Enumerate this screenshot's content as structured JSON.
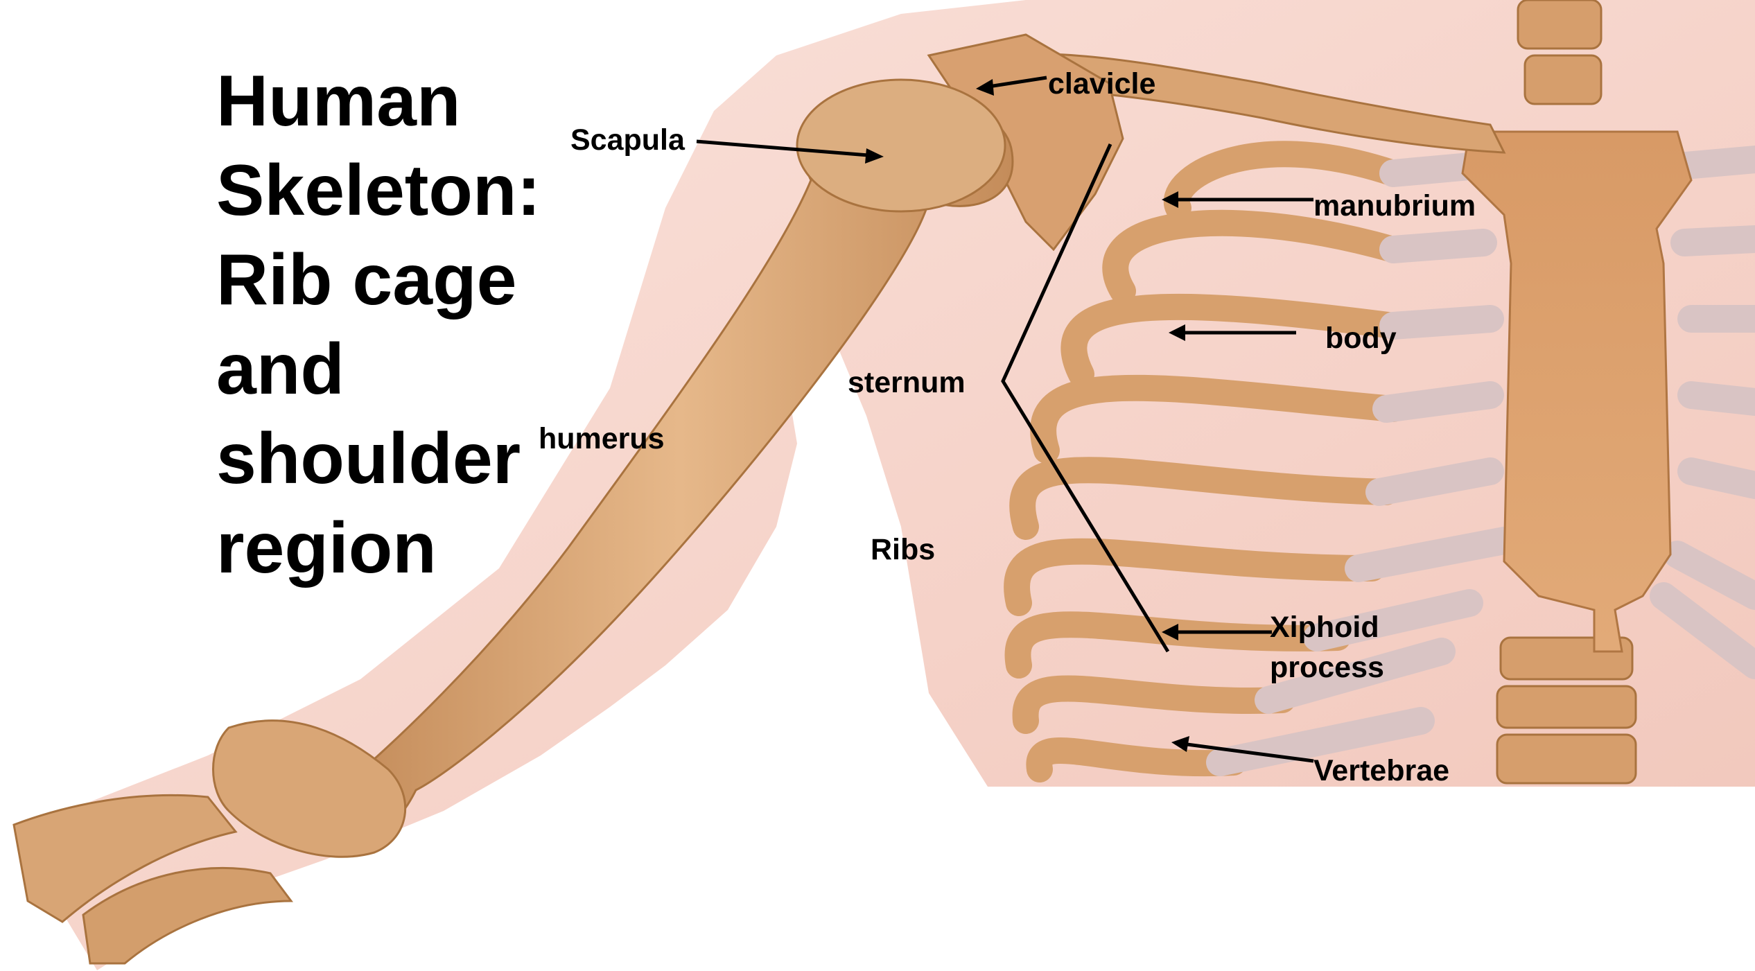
{
  "title": {
    "lines": [
      "Human",
      "Skeleton:",
      "Rib cage",
      "and",
      "shoulder",
      "region"
    ]
  },
  "labels": {
    "clavicle": "clavicle",
    "scapula": "Scapula",
    "manubrium": "manubrium",
    "body": "body",
    "sternum": "sternum",
    "humerus": "humerus",
    "ribs": "Ribs",
    "xiphoid_line1": "Xiphoid",
    "xiphoid_line2": "process",
    "vertebrae": "Vertebrae"
  },
  "colors": {
    "bone": "#dcaa7c",
    "bone_dark": "#b98350",
    "skin": "#f6d2c8",
    "cartilage": "#d9c4c4",
    "text": "#000000"
  }
}
